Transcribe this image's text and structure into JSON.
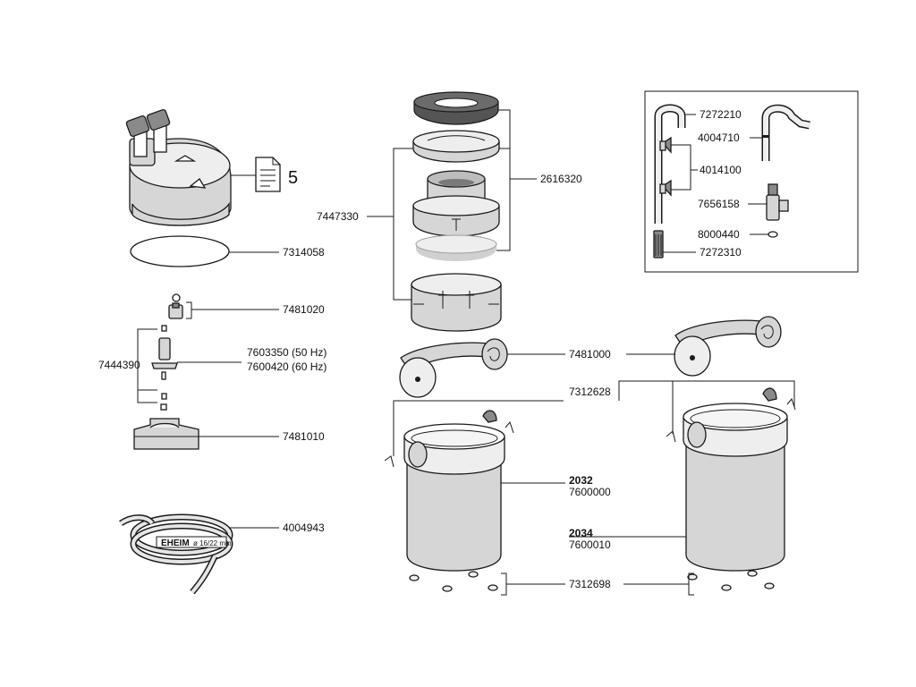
{
  "manual_ref": "5",
  "labels": {
    "head_gasket": "7314058",
    "small_valve": "7481020",
    "impeller_group": "7444390",
    "impeller_50hz": "7603350 (50 Hz)",
    "impeller_60hz": "7600420 (60 Hz)",
    "impeller_holder": "7481010",
    "hose": "4004943",
    "basket_set": "7447330",
    "filter_pads": "2616320",
    "clips": "7481000",
    "latch_clips": "7312628",
    "model_2032": "2032",
    "model_2032_code": "7600000",
    "model_2034": "2034",
    "model_2034_code": "7600010",
    "feet": "7312698",
    "inlet_tube": "7272210",
    "outlet_tube": "4004710",
    "suction_cups": "4014100",
    "tap": "7656158",
    "o_ring": "8000440",
    "strainer": "7272310"
  },
  "hose_brand": "EHEIM",
  "hose_marking": "ø 16/22 mm"
}
